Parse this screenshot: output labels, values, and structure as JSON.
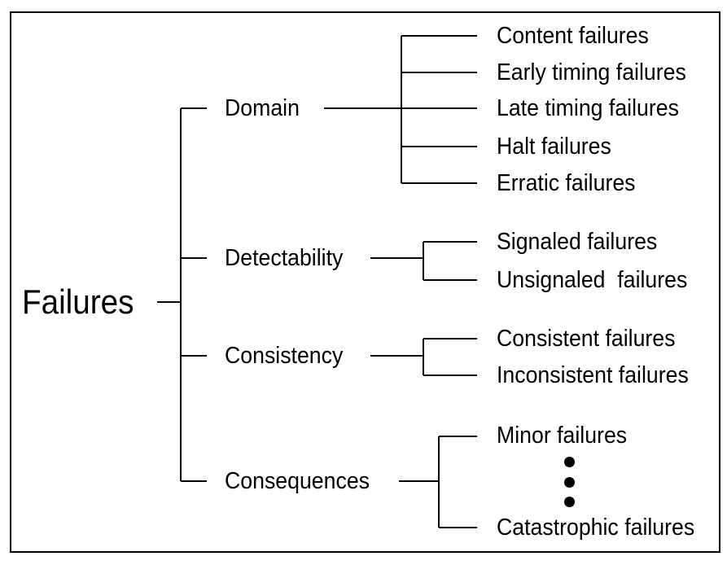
{
  "root": {
    "label": "Failures"
  },
  "categories": [
    {
      "label": "Domain",
      "items": [
        "Content failures",
        "Early timing failures",
        "Late timing failures",
        "Halt failures",
        "Erratic failures"
      ]
    },
    {
      "label": "Detectability",
      "items": [
        "Signaled failures",
        "Unsignaled  failures"
      ]
    },
    {
      "label": "Consistency",
      "items": [
        "Consistent failures",
        "Inconsistent failures"
      ]
    },
    {
      "label": "Consequences",
      "items": [
        "Minor failures",
        "Catastrophic failures"
      ]
    }
  ],
  "colors": {
    "line": "#000000",
    "text": "#000000",
    "background": "#ffffff"
  }
}
